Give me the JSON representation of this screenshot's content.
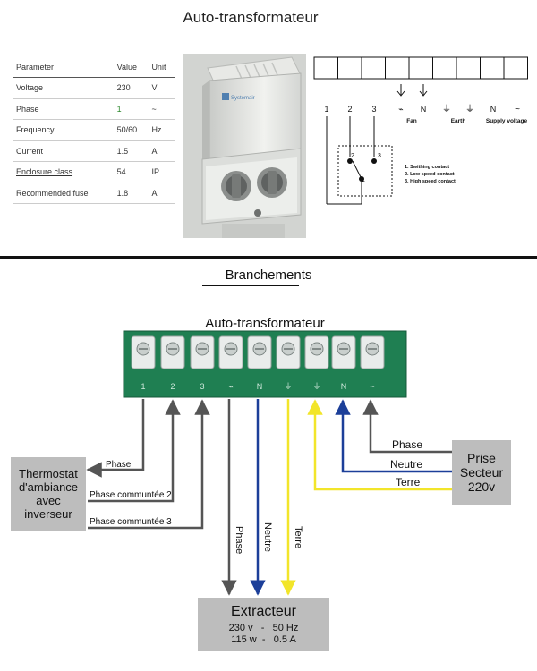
{
  "top_title": "Auto-transformateur",
  "spec_table": {
    "headers": [
      "Parameter",
      "Value",
      "Unit"
    ],
    "rows": [
      [
        "Voltage",
        "230",
        "V"
      ],
      [
        "Phase",
        "1",
        "~"
      ],
      [
        "Frequency",
        "50/60",
        "Hz"
      ],
      [
        "Current",
        "1.5",
        "A"
      ],
      [
        "Enclosure class",
        "54",
        "IP"
      ],
      [
        "Recommended fuse",
        "1.8",
        "A"
      ]
    ]
  },
  "product_photo": {
    "brand": "Systemair"
  },
  "schematic": {
    "terminal_count": 9,
    "numbers": [
      "1",
      "2",
      "3"
    ],
    "symbols": [
      "⌁",
      "N",
      "⏚",
      "⏚",
      "N",
      "~"
    ],
    "fan_label": "Fan",
    "earth_label": "Earth",
    "supply_label": "Supply voltage",
    "switch_numbers": [
      "2",
      "3",
      "1"
    ],
    "legend": [
      "1. Swithing contact",
      "2. Low speed contact",
      "3. High speed contact"
    ]
  },
  "section_title": "Branchements",
  "board_title": "Auto-transformateur",
  "board_labels": [
    "1",
    "2",
    "3",
    "⌁",
    "N",
    "⏚",
    "⏚",
    "N",
    "~"
  ],
  "thermostat_lines": [
    "Thermostat",
    "d'ambiance",
    "avec",
    "inverseur"
  ],
  "prise_lines": [
    "Prise",
    "Secteur",
    "220v"
  ],
  "extracteur": {
    "title": "Extracteur",
    "line1": "230 v   -   50 Hz",
    "line2": "115 w  -   0.5 A"
  },
  "wire_labels": {
    "thermo_phase": "Phase",
    "thermo_p2": "Phase communtée 2",
    "thermo_p3": "Phase communtée 3",
    "prise_phase": "Phase",
    "prise_neutre": "Neutre",
    "prise_terre": "Terre",
    "ext_phase": "Phase",
    "ext_neutre": "Neutre",
    "ext_terre": "Terre"
  },
  "colors": {
    "phase_wire": "#555555",
    "neutre_wire": "#1c3f99",
    "terre_wire": "#f2e52a",
    "board_green": "#1f7f52",
    "box_gray": "#bdbdbd"
  }
}
